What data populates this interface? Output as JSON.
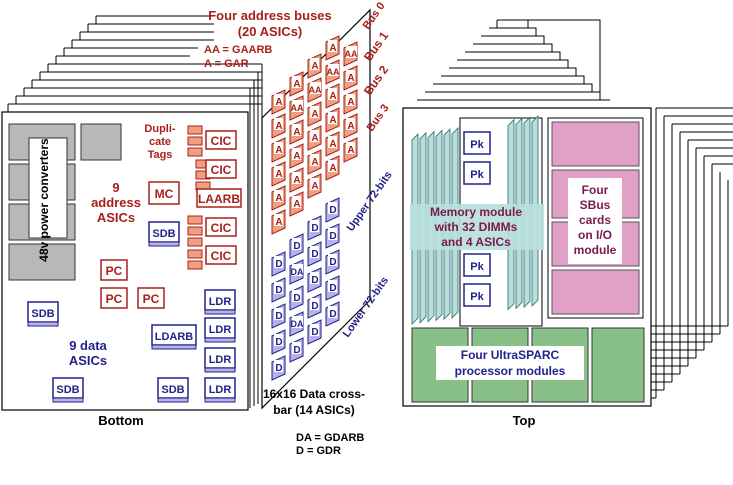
{
  "colors": {
    "address_red": "#a8201a",
    "data_blue": "#22228a",
    "address_chip_fill": "#f0a080",
    "data_chip_fill": "#b8b0e8",
    "memory_fill": "#b8dede",
    "sbus_fill": "#e0a0c8",
    "cpu_fill": "#88c088",
    "power_fill": "#b8b8b8"
  },
  "address_buses": {
    "title": "Four address buses",
    "subtitle": "(20 ASICs)",
    "legend_aa": "AA = GAARB",
    "legend_a": "A    = GAR",
    "bus_labels": [
      "Bus 0",
      "Bus 1",
      "Bus 2",
      "Bus 3"
    ],
    "chip_a": "A",
    "chip_aa": "AA"
  },
  "crossbar": {
    "upper_label": "Upper 72-bits",
    "lower_label": "Lower 72-bits",
    "caption_line1": "16x16 Data cross-",
    "caption_line2": "bar (14 ASICs)",
    "legend_da": "DA = GDARB",
    "legend_d": "D    = GDR",
    "chip_d": "D",
    "chip_da": "DA"
  },
  "bottom_board": {
    "label": "Bottom",
    "power_label": "48v power converters",
    "duplicate_tags_line1": "Dupli-",
    "duplicate_tags_line2": "cate",
    "duplicate_tags_line3": "Tags",
    "address_asics_line1": "9",
    "address_asics_line2": "address",
    "address_asics_line3": "ASICs",
    "data_asics_line1": "9 data",
    "data_asics_line2": "ASICs",
    "cic": "CIC",
    "mc": "MC",
    "laarb": "LAARB",
    "pc": "PC",
    "sdb": "SDB",
    "ldr": "LDR",
    "ldarb": "LDARB"
  },
  "top_board": {
    "label": "Top",
    "memory_line1": "Memory module",
    "memory_line2": "with 32 DIMMs",
    "memory_line3": "and 4 ASICs",
    "pk": "Pk",
    "sbus_line1": "Four",
    "sbus_line2": "SBus",
    "sbus_line3": "cards",
    "sbus_line4": "on I/O",
    "sbus_line5": "module",
    "cpu_line1": "Four UltraSPARC",
    "cpu_line2": "processor modules"
  }
}
